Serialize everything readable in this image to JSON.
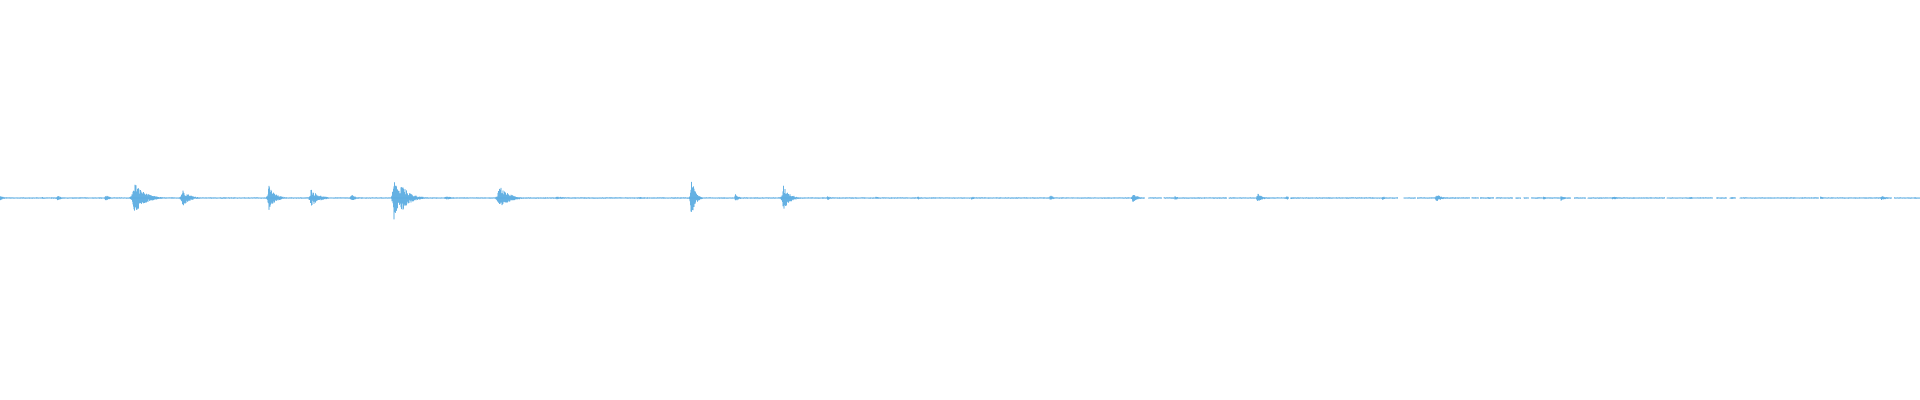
{
  "waveform": {
    "color": "#5dade2",
    "background": "#ffffff",
    "bursts": [
      {
        "t": 0.0,
        "amp": 0.04,
        "len": 0.008
      },
      {
        "t": 0.022,
        "amp": 0.02,
        "len": 0.006
      },
      {
        "t": 0.03,
        "amp": 0.05,
        "len": 0.006
      },
      {
        "t": 0.055,
        "amp": 0.06,
        "len": 0.006
      },
      {
        "t": 0.07,
        "amp": 0.28,
        "len": 0.016
      },
      {
        "t": 0.095,
        "amp": 0.15,
        "len": 0.012
      },
      {
        "t": 0.115,
        "amp": 0.02,
        "len": 0.01
      },
      {
        "t": 0.14,
        "amp": 0.22,
        "len": 0.01
      },
      {
        "t": 0.162,
        "amp": 0.16,
        "len": 0.012
      },
      {
        "t": 0.183,
        "amp": 0.06,
        "len": 0.008
      },
      {
        "t": 0.205,
        "amp": 0.41,
        "len": 0.008
      },
      {
        "t": 0.209,
        "amp": 0.25,
        "len": 0.014
      },
      {
        "t": 0.232,
        "amp": 0.03,
        "len": 0.016
      },
      {
        "t": 0.26,
        "amp": 0.23,
        "len": 0.014
      },
      {
        "t": 0.29,
        "amp": 0.025,
        "len": 0.025
      },
      {
        "t": 0.333,
        "amp": 0.02,
        "len": 0.012
      },
      {
        "t": 0.36,
        "amp": 0.38,
        "len": 0.006
      },
      {
        "t": 0.383,
        "amp": 0.07,
        "len": 0.006
      },
      {
        "t": 0.408,
        "amp": 0.22,
        "len": 0.01
      },
      {
        "t": 0.431,
        "amp": 0.04,
        "len": 0.006
      },
      {
        "t": 0.456,
        "amp": 0.03,
        "len": 0.006
      },
      {
        "t": 0.478,
        "amp": 0.03,
        "len": 0.006
      },
      {
        "t": 0.506,
        "amp": 0.03,
        "len": 0.006
      },
      {
        "t": 0.547,
        "amp": 0.05,
        "len": 0.006
      },
      {
        "t": 0.59,
        "amp": 0.08,
        "len": 0.008
      },
      {
        "t": 0.612,
        "amp": 0.05,
        "len": 0.004
      },
      {
        "t": 0.655,
        "amp": 0.08,
        "len": 0.008
      },
      {
        "t": 0.67,
        "amp": 0.03,
        "len": 0.016
      },
      {
        "t": 0.72,
        "amp": 0.03,
        "len": 0.008
      },
      {
        "t": 0.748,
        "amp": 0.08,
        "len": 0.008
      },
      {
        "t": 0.775,
        "amp": 0.02,
        "len": 0.012
      },
      {
        "t": 0.804,
        "amp": 0.03,
        "len": 0.006
      },
      {
        "t": 0.813,
        "amp": 0.05,
        "len": 0.006
      },
      {
        "t": 0.84,
        "amp": 0.03,
        "len": 0.012
      },
      {
        "t": 0.88,
        "amp": 0.03,
        "len": 0.006
      },
      {
        "t": 0.902,
        "amp": 0.02,
        "len": 0.012
      },
      {
        "t": 0.948,
        "amp": 0.03,
        "len": 0.006
      },
      {
        "t": 0.98,
        "amp": 0.04,
        "len": 0.01
      }
    ],
    "gaps": [
      [
        0.596,
        0.598
      ],
      [
        0.605,
        0.606
      ],
      [
        0.639,
        0.64
      ],
      [
        0.671,
        0.672
      ],
      [
        0.728,
        0.731
      ],
      [
        0.737,
        0.738
      ],
      [
        0.778,
        0.779
      ],
      [
        0.788,
        0.7895
      ],
      [
        0.792,
        0.7935
      ],
      [
        0.796,
        0.7975
      ],
      [
        0.818,
        0.82
      ],
      [
        0.867,
        0.868
      ],
      [
        0.892,
        0.894
      ],
      [
        0.899,
        0.901
      ],
      [
        0.947,
        0.948
      ],
      [
        0.904,
        0.906
      ],
      [
        0.7655,
        0.7665
      ],
      [
        0.77,
        0.771
      ],
      [
        0.826,
        0.827
      ],
      [
        0.985,
        0.9865
      ]
    ]
  }
}
